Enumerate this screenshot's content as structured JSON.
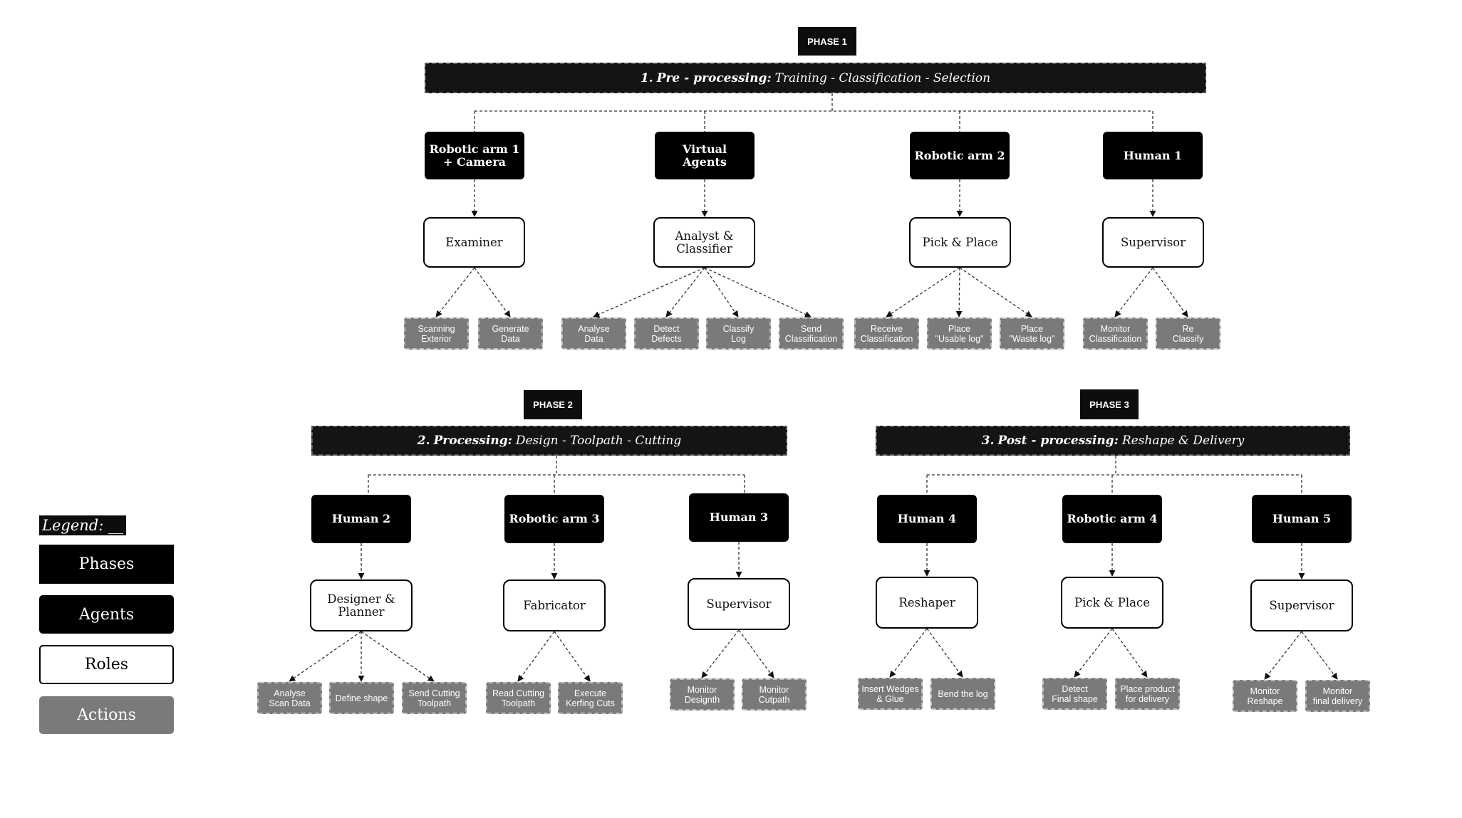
{
  "phases": [
    {
      "tag": "PHASE 1",
      "num": "1.",
      "title_bold": "Pre - processing:",
      "title_rest": "Training - Classification - Selection",
      "groups": [
        {
          "agent": "Robotic arm 1\n+ Camera",
          "role": "Examiner",
          "actions": [
            "Scanning\nExterior",
            "Generate\nData"
          ]
        },
        {
          "agent": "Virtual\nAgents",
          "role": "Analyst &\nClassifier",
          "actions": [
            "Analyse\nData",
            "Detect\nDefects",
            "Classify\nLog",
            "Send\nClassification"
          ]
        },
        {
          "agent": "Robotic arm 2",
          "role": "Pick & Place",
          "actions": [
            "Receive\nClassification",
            "Place\n\"Usable log\"",
            "Place\n\"Waste log\""
          ]
        },
        {
          "agent": "Human 1",
          "role": "Supervisor",
          "actions": [
            "Monitor\nClassification",
            "Re\nClassify"
          ]
        }
      ]
    },
    {
      "tag": "PHASE 2",
      "num": "2.",
      "title_bold": "Processing:",
      "title_rest": "Design - Toolpath - Cutting",
      "groups": [
        {
          "agent": "Human 2",
          "role": "Designer &\nPlanner",
          "actions": [
            "Analyse\nScan Data",
            "Define shape",
            "Send Cutting\nToolpath"
          ]
        },
        {
          "agent": "Robotic arm 3",
          "role": "Fabricator",
          "actions": [
            "Read Cutting\nToolpath",
            "Execute\nKerfing Cuts"
          ]
        },
        {
          "agent": "Human 3",
          "role": "Supervisor",
          "actions": [
            "Monitor\nDesignth",
            "Monitor\nCutpath"
          ]
        }
      ]
    },
    {
      "tag": "PHASE 3",
      "num": "3.",
      "title_bold": "Post - processing:",
      "title_rest": "Reshape & Delivery",
      "groups": [
        {
          "agent": "Human 4",
          "role": "Reshaper",
          "actions": [
            "Insert Wedges\n& Glue",
            "Bend the log"
          ]
        },
        {
          "agent": "Robotic arm 4",
          "role": "Pick & Place",
          "actions": [
            "Detect\nFinal shape",
            "Place product\nfor delivery"
          ]
        },
        {
          "agent": "Human 5",
          "role": "Supervisor",
          "actions": [
            "Monitor\nReshape",
            "Monitor\nfinal delivery"
          ]
        }
      ]
    }
  ],
  "legend": {
    "title": "Legend: __",
    "items": [
      "Phases",
      "Agents",
      "Roles",
      "Actions"
    ]
  }
}
